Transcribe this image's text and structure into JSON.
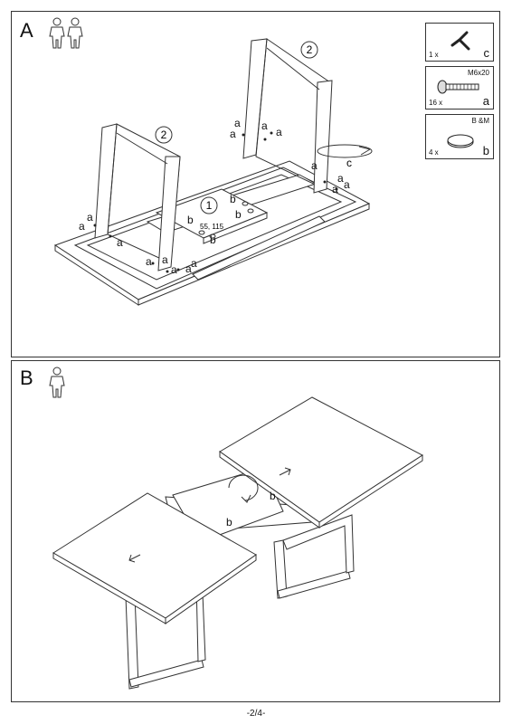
{
  "panel_a": {
    "step": "A",
    "people_count": 2,
    "hardware": [
      {
        "qty": "1 x",
        "code": "c",
        "spec": "",
        "icon": "allen-key-icon"
      },
      {
        "qty": "16 x",
        "code": "a",
        "spec": "M6x20",
        "icon": "bolt-icon"
      },
      {
        "qty": "4 x",
        "code": "b",
        "spec": "B &M",
        "icon": "felt-pad-icon"
      }
    ],
    "callouts": {
      "leg_number": "2",
      "bracket_number": "1",
      "bolt": "a",
      "pad": "b",
      "key": "c",
      "dimensions": "55, 115"
    }
  },
  "panel_b": {
    "step": "B",
    "people_count": 1,
    "callouts": {
      "pad": "b"
    }
  },
  "footer": {
    "page": "-2/4-"
  }
}
